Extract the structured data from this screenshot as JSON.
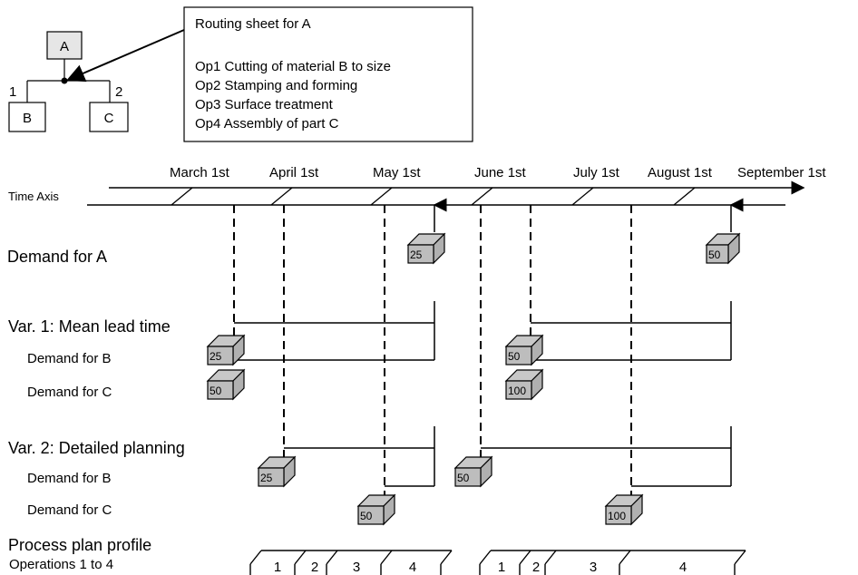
{
  "bom": {
    "parent": "A",
    "children": [
      {
        "label": "B",
        "quantity": "1"
      },
      {
        "label": "C",
        "quantity": "2"
      }
    ]
  },
  "routing": {
    "title": "Routing sheet for A",
    "operations": [
      "Op1 Cutting of material B to size",
      "Op2 Stamping and forming",
      "Op3 Surface treatment",
      "Op4 Assembly of part C"
    ]
  },
  "timeline": {
    "axis_label": "Time Axis",
    "months": [
      "March 1st",
      "April 1st",
      "May 1st",
      "June 1st",
      "July 1st",
      "August 1st",
      "September 1st"
    ]
  },
  "rows": {
    "demand_a": "Demand for A",
    "var1_title": "Var. 1: Mean lead time",
    "var1_b": "Demand for B",
    "var1_c": "Demand for C",
    "var2_title": "Var. 2: Detailed planning",
    "var2_b": "Demand for B",
    "var2_c": "Demand for C",
    "profile_title": "Process plan profile",
    "profile_sub": "Operations 1 to 4"
  },
  "boxes": {
    "demand_a_may": "25",
    "demand_a_aug": "50",
    "var1_b_1": "25",
    "var1_c_1": "50",
    "var1_b_2": "50",
    "var1_c_2": "100",
    "var2_b_1": "25",
    "var2_c_1": "50",
    "var2_b_2": "50",
    "var2_c_2": "100"
  },
  "profile": {
    "group1": [
      "1",
      "2",
      "3",
      "4"
    ],
    "group2": [
      "1",
      "2",
      "3",
      "4"
    ]
  }
}
